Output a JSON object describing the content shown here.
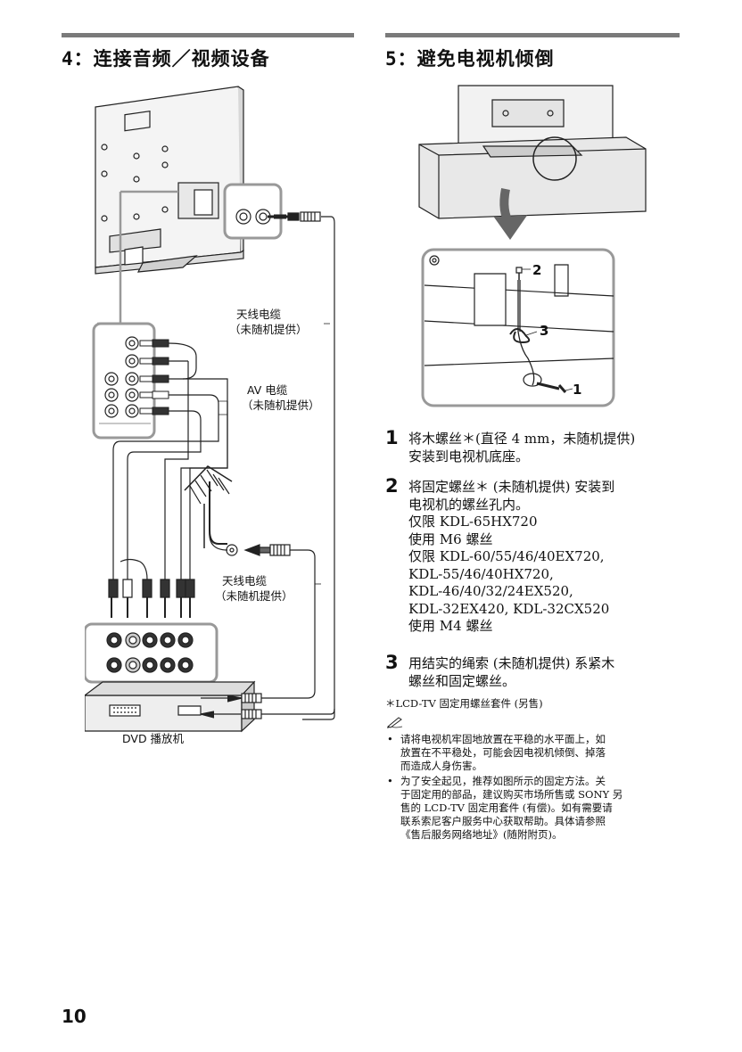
{
  "left_section": {
    "title": "4：连接音频／视频设备",
    "labels": {
      "antenna_cable_1": "天线电缆",
      "not_supplied_1": "（未随机提供）",
      "av_cable": "AV 电缆",
      "not_supplied_2": "（未随机提供）",
      "antenna_cable_2": "天线电缆",
      "not_supplied_3": "（未随机提供）",
      "dvd_player": "DVD 播放机"
    }
  },
  "right_section": {
    "title": "5：避免电视机倾倒",
    "callouts": [
      "2",
      "3",
      "1"
    ],
    "steps": [
      {
        "num": "1",
        "lines": [
          "将木螺丝＊(直径 4 mm，未随机提供)",
          "安装到电视机底座。"
        ]
      },
      {
        "num": "2",
        "lines": [
          "将固定螺丝＊ (未随机提供) 安装到",
          "电视机的螺丝孔内。",
          "仅限 KDL-65HX720",
          "使用 M6 螺丝",
          "仅限 KDL-60/55/46/40EX720,",
          "KDL-55/46/40HX720,",
          "KDL-46/40/32/24EX520,",
          "KDL-32EX420, KDL-32CX520",
          "使用 M4 螺丝"
        ]
      },
      {
        "num": "3",
        "lines": [
          "用结实的绳索 (未随机提供) 系紧木",
          "螺丝和固定螺丝。"
        ]
      }
    ],
    "footnote": "＊LCD-TV 固定用螺丝套件 (另售)",
    "note_icon": "pencil-note-icon",
    "bullets": [
      {
        "lines": [
          "请将电视机牢固地放置在平稳的水平面上，如",
          "放置在不平稳处，可能会因电视机倾倒、掉落",
          "而造成人身伤害。"
        ]
      },
      {
        "lines": [
          "为了安全起见，推荐如图所示的固定方法。关",
          "于固定用的部品，建议购买市场所售或 SONY 另",
          "售的 LCD-TV 固定用套件 (有偿)。如有需要请",
          "联系索尼客户服务中心获取帮助。具体请参照",
          "《售后服务网络地址》(随附附页)。"
        ]
      }
    ]
  },
  "page_number": "10"
}
